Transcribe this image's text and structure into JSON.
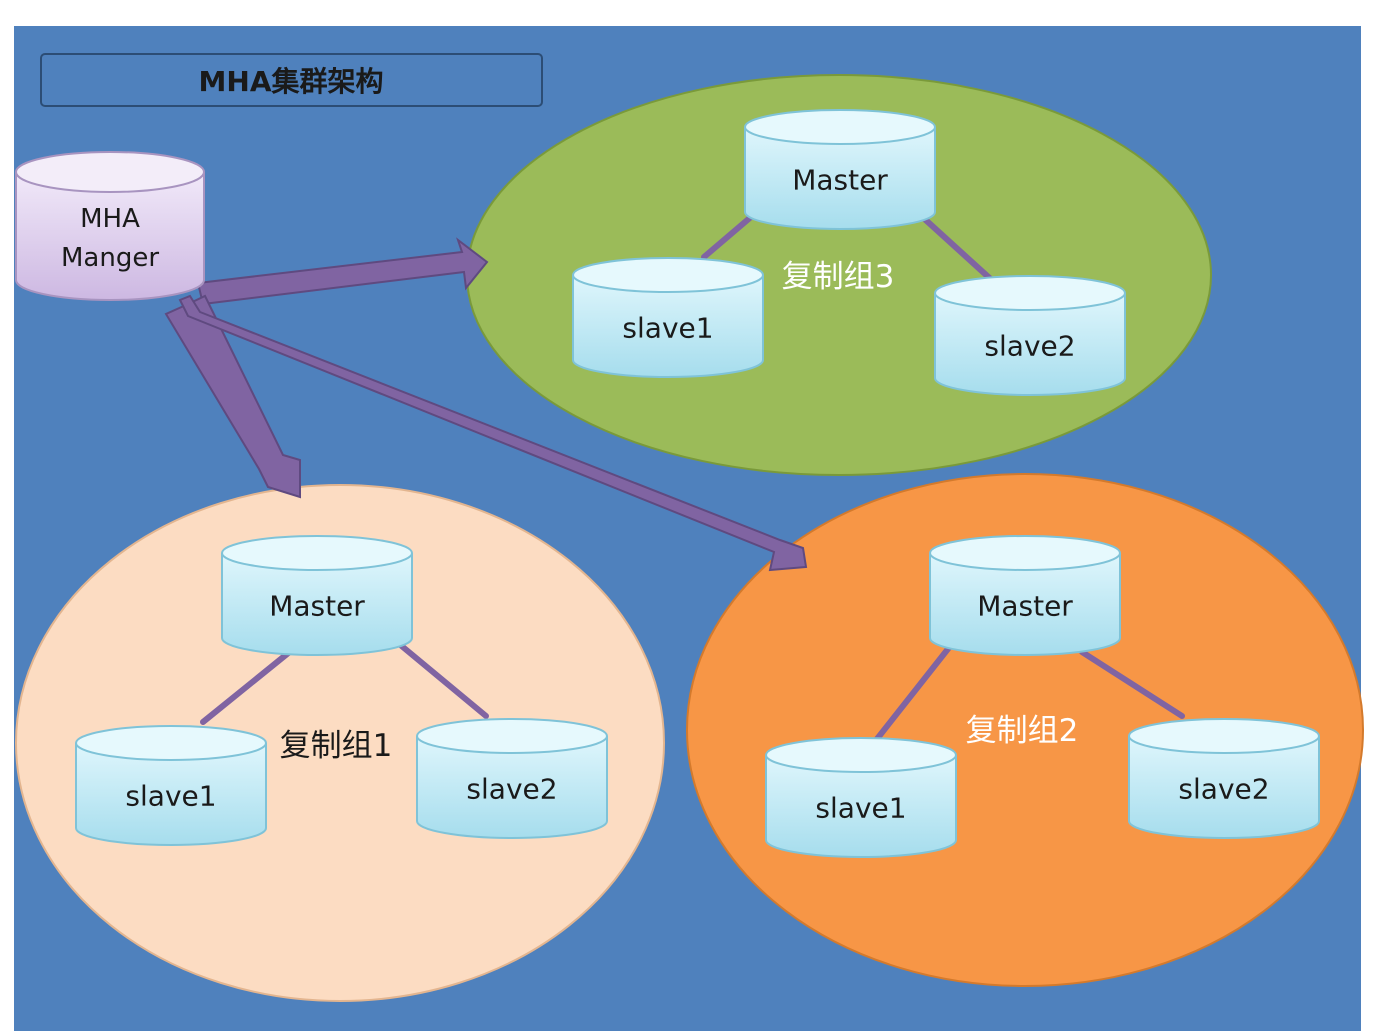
{
  "title": "MHA集群架构",
  "manager": {
    "line1": "MHA",
    "line2": "Manger"
  },
  "groups": [
    {
      "label": "复制组3",
      "fill": "#9bbb59",
      "label_color": "#ffffff",
      "master": "Master",
      "slave1": "slave1",
      "slave2": "slave2"
    },
    {
      "label": "复制组1",
      "fill": "#fcdcc2",
      "label_color": "#1a1a1a",
      "master": "Master",
      "slave1": "slave1",
      "slave2": "slave2"
    },
    {
      "label": "复制组2",
      "fill": "#f79646",
      "label_color": "#ffffff",
      "master": "Master",
      "slave1": "slave1",
      "slave2": "slave2"
    }
  ],
  "colors": {
    "background": "#4f81bd",
    "arrow": "#8064a2",
    "connector": "#8064a2",
    "cylinder_fill": "#c9eef8",
    "cylinder_stroke": "#7fc3d8",
    "manager_fill": "#e6d9f2"
  }
}
